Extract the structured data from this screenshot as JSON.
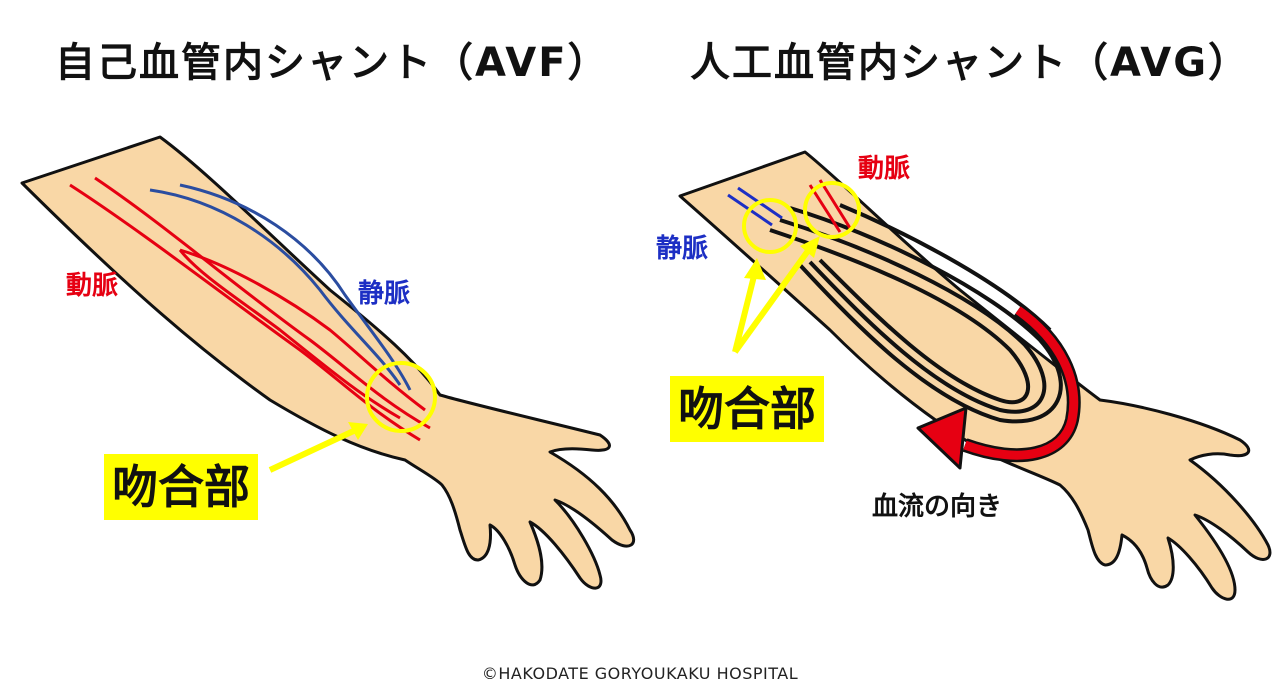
{
  "titles": {
    "left": "自己血管内シャント（AVF）",
    "right": "人工血管内シャント（AVG）"
  },
  "left_panel": {
    "artery_label": "動脈",
    "vein_label": "静脈",
    "anastomosis_label": "吻合部"
  },
  "right_panel": {
    "artery_label": "動脈",
    "vein_label": "静脈",
    "anastomosis_label": "吻合部",
    "flow_label": "血流の向き"
  },
  "colors": {
    "skin": "#f9d7a6",
    "outline": "#111111",
    "artery": "#e60012",
    "vein": "#2b4da0",
    "highlight": "#ffff00",
    "flow_arrow": "#e60012"
  },
  "footer": {
    "copyright": "©HAKODATE GORYOUKAKU HOSPITAL"
  }
}
